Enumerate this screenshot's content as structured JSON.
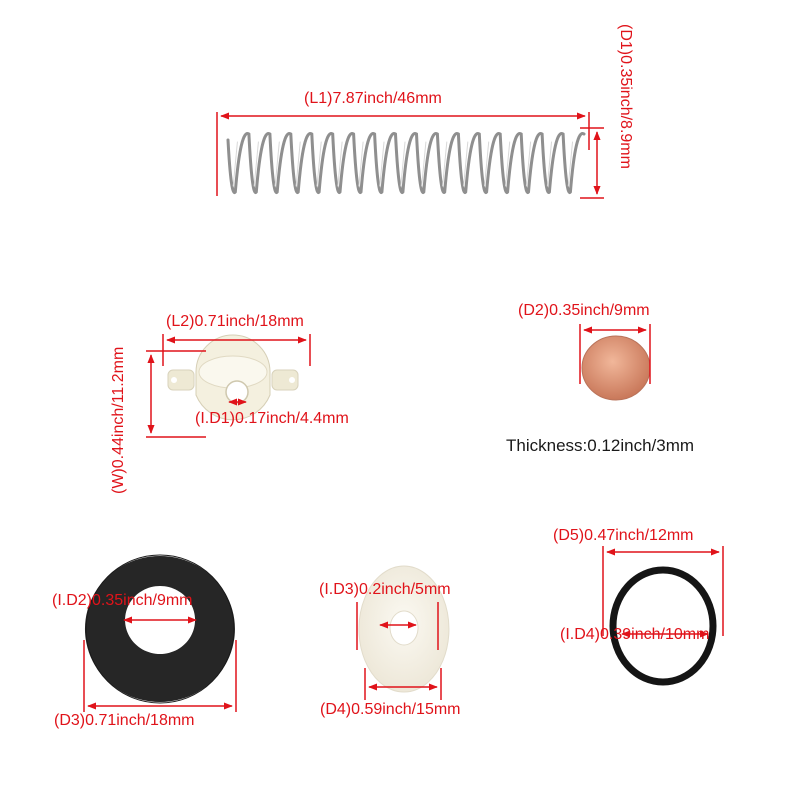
{
  "labels": {
    "spring_length": "(L1)7.87inch/46mm",
    "spring_diameter": "(D1)0.35inch/8.9mm",
    "bushing_length": "(L2)0.71inch/18mm",
    "bushing_width": "(W)0.44inch/11.2mm",
    "bushing_inner_diameter": "(I.D1)0.17inch/4.4mm",
    "copper_diameter": "(D2)0.35inch/9mm",
    "copper_thickness": "Thickness:0.12inch/3mm",
    "black_washer_inner": "(I.D2)0.35inch/9mm",
    "black_washer_outer": "(D3)0.71inch/18mm",
    "felt_washer_inner": "(I.D3)0.2inch/5mm",
    "felt_washer_outer": "(D4)0.59inch/15mm",
    "oring_outer": "(D5)0.47inch/12mm",
    "oring_inner": "(I.D4)0.39inch/10mm"
  },
  "colors": {
    "dimension": "#e0131a",
    "text_dark": "#1a1a1a",
    "spring": "#9a9a9a",
    "bushing": "#f3efdc",
    "copper": "#d9967a",
    "black_washer": "#262626",
    "felt": "#f6f3ea",
    "oring": "#151515"
  },
  "icons": [
    "spring-icon",
    "bushing-icon",
    "copper-disc-icon",
    "black-washer-icon",
    "felt-washer-icon",
    "o-ring-icon"
  ]
}
